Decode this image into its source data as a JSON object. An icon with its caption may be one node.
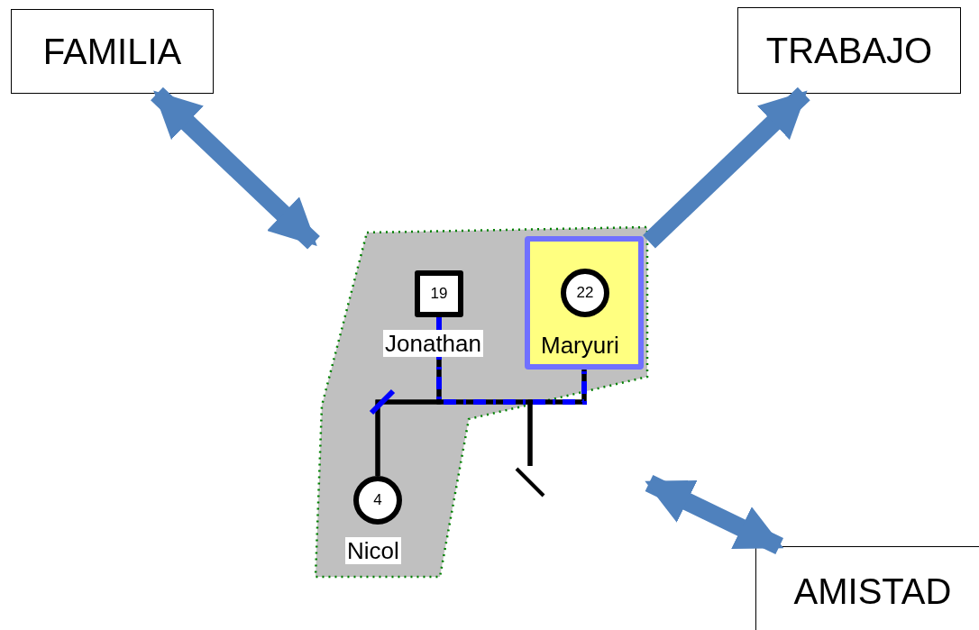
{
  "diagram": {
    "nodes": [
      {
        "text": [
          "FAMILIA"
        ]
      },
      {
        "text": [
          "TRABAJO"
        ]
      },
      {
        "text": [
          "AMISTAD"
        ]
      },
      {
        "text": [],
        "shape": "polygon"
      },
      {
        "text": [
          "19",
          "Jonathan"
        ],
        "in": 3
      },
      {
        "text": [
          "22",
          "Maryuri"
        ],
        "in": 3
      },
      {
        "text": [
          "4",
          "Nicol"
        ],
        "in": 3
      },
      {
        "text": [],
        "shape": "bar"
      }
    ],
    "edges": [
      {
        "from": 0,
        "to": 3,
        "arrow": "both",
        "style": "thick",
        "color": "#4f81bd"
      },
      {
        "from": 3,
        "to": 1,
        "arrow": "to",
        "style": "thick",
        "color": "#4f81bd"
      },
      {
        "from": 3,
        "to": 2,
        "arrow": "both",
        "style": "thick",
        "color": "#4f81bd"
      },
      {
        "from": 4,
        "to": 5,
        "arrow": "none",
        "style": "dashed",
        "color": "#0000ff"
      },
      {
        "from": 4,
        "to": 6,
        "arrow": "none"
      },
      {
        "from": 5,
        "to": 6,
        "arrow": "none"
      },
      {
        "from": 4,
        "to": 7,
        "arrow": "none"
      },
      {
        "from": 5,
        "to": 7,
        "arrow": "none"
      }
    ]
  }
}
